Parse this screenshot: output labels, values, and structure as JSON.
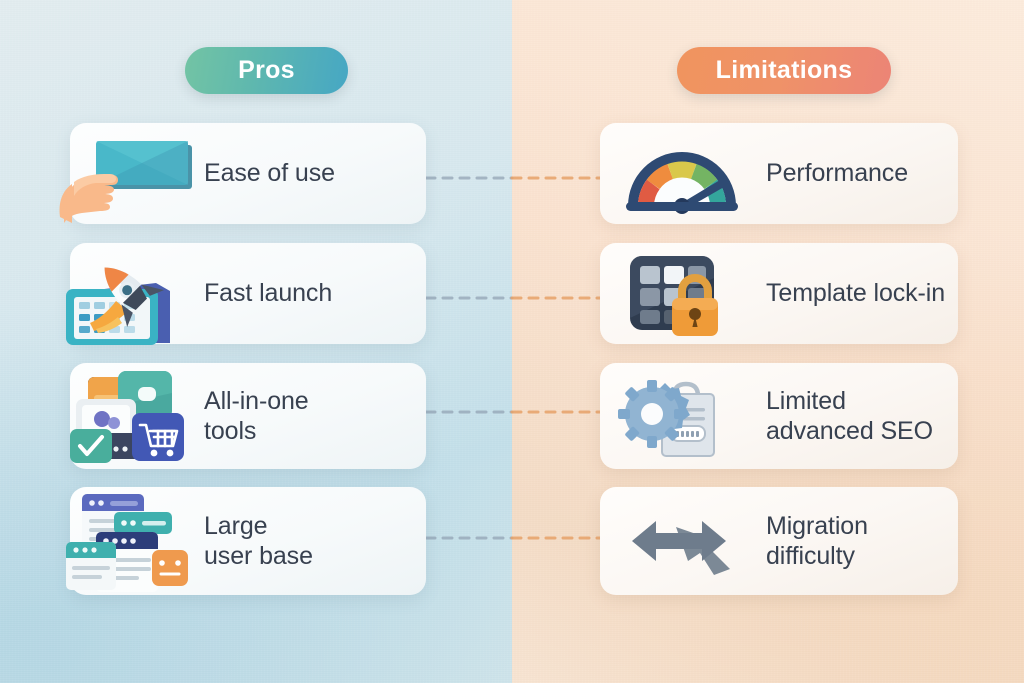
{
  "headers": {
    "pros": {
      "label": "Pros",
      "gradient_from": "#73c4a4",
      "gradient_to": "#46a7c4"
    },
    "limitations": {
      "label": "Limitations",
      "gradient_from": "#f0945e",
      "gradient_to": "#ec8476"
    }
  },
  "palette": {
    "bg_left": "#cfe4ea",
    "bg_right": "#f8e4d2",
    "card_left": "#f8fbfc",
    "card_right": "#fdf9f5",
    "text": "#384150",
    "connector_left": "#93a4b5",
    "connector_right": "#e7a269"
  },
  "pros": [
    {
      "label": "Ease of use",
      "icon": "hand-pointing-at-button-icon"
    },
    {
      "label": "Fast launch",
      "icon": "rocket-launch-calendar-icon"
    },
    {
      "label": "All-in-one\ntools",
      "icon": "app-tiles-cart-icon"
    },
    {
      "label": "Large\nuser base",
      "icon": "stacked-browser-windows-icon"
    }
  ],
  "limitations": [
    {
      "label": "Performance",
      "icon": "speedometer-gauge-icon"
    },
    {
      "label": "Template lock-in",
      "icon": "grid-panel-padlock-icon"
    },
    {
      "label": "Limited\nadvanced SEO",
      "icon": "gear-and-tag-icon"
    },
    {
      "label": "Migration\ndifficulty",
      "icon": "bidirectional-arrows-icon"
    }
  ],
  "connectors": [
    {
      "name": "connector-ease-of-use-to-performance"
    },
    {
      "name": "connector-fast-launch-to-template-lock-in"
    },
    {
      "name": "connector-all-in-one-tools-to-limited-advanced-seo"
    },
    {
      "name": "connector-large-user-base-to-migration-difficulty"
    }
  ]
}
